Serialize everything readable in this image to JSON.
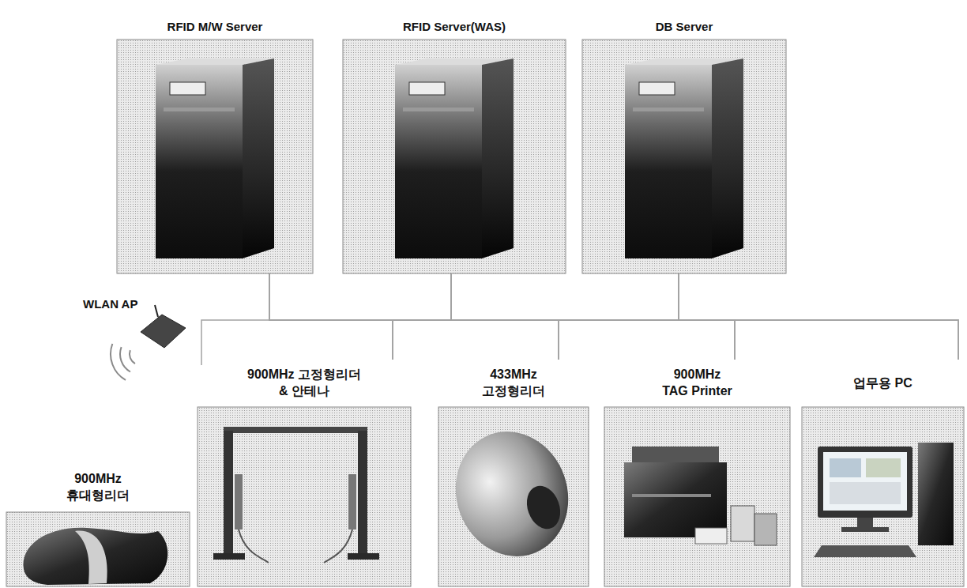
{
  "diagram": {
    "nodes": [
      {
        "text": [
          "RFID M/W Server"
        ]
      },
      {
        "text": [
          "RFID Server(WAS)"
        ]
      },
      {
        "text": [
          "DB Server"
        ]
      },
      {
        "text": [
          "900MHz 휴대형리더"
        ]
      },
      {
        "text": [
          "900MHz 고정형리더 & 안테나"
        ]
      },
      {
        "text": [
          "433MHz 고정형리더"
        ]
      },
      {
        "text": [
          "900MHz TAG Printer"
        ]
      },
      {
        "text": [
          "업무용 PC"
        ]
      }
    ],
    "edges": [
      {
        "from": 0,
        "to": 4,
        "arrow": "none"
      },
      {
        "from": 0,
        "to": 5,
        "arrow": "none"
      },
      {
        "from": 0,
        "to": 6,
        "arrow": "none"
      },
      {
        "from": 0,
        "to": 7,
        "arrow": "none"
      },
      {
        "from": 1,
        "to": 4,
        "arrow": "none"
      },
      {
        "from": 1,
        "to": 5,
        "arrow": "none"
      },
      {
        "from": 1,
        "to": 6,
        "arrow": "none"
      },
      {
        "from": 1,
        "to": 7,
        "arrow": "none"
      },
      {
        "from": 2,
        "to": 4,
        "arrow": "none"
      },
      {
        "from": 2,
        "to": 5,
        "arrow": "none"
      },
      {
        "from": 2,
        "to": 6,
        "arrow": "none"
      },
      {
        "from": 2,
        "to": 7,
        "arrow": "none"
      }
    ],
    "labels": [
      "WLAN AP"
    ]
  }
}
